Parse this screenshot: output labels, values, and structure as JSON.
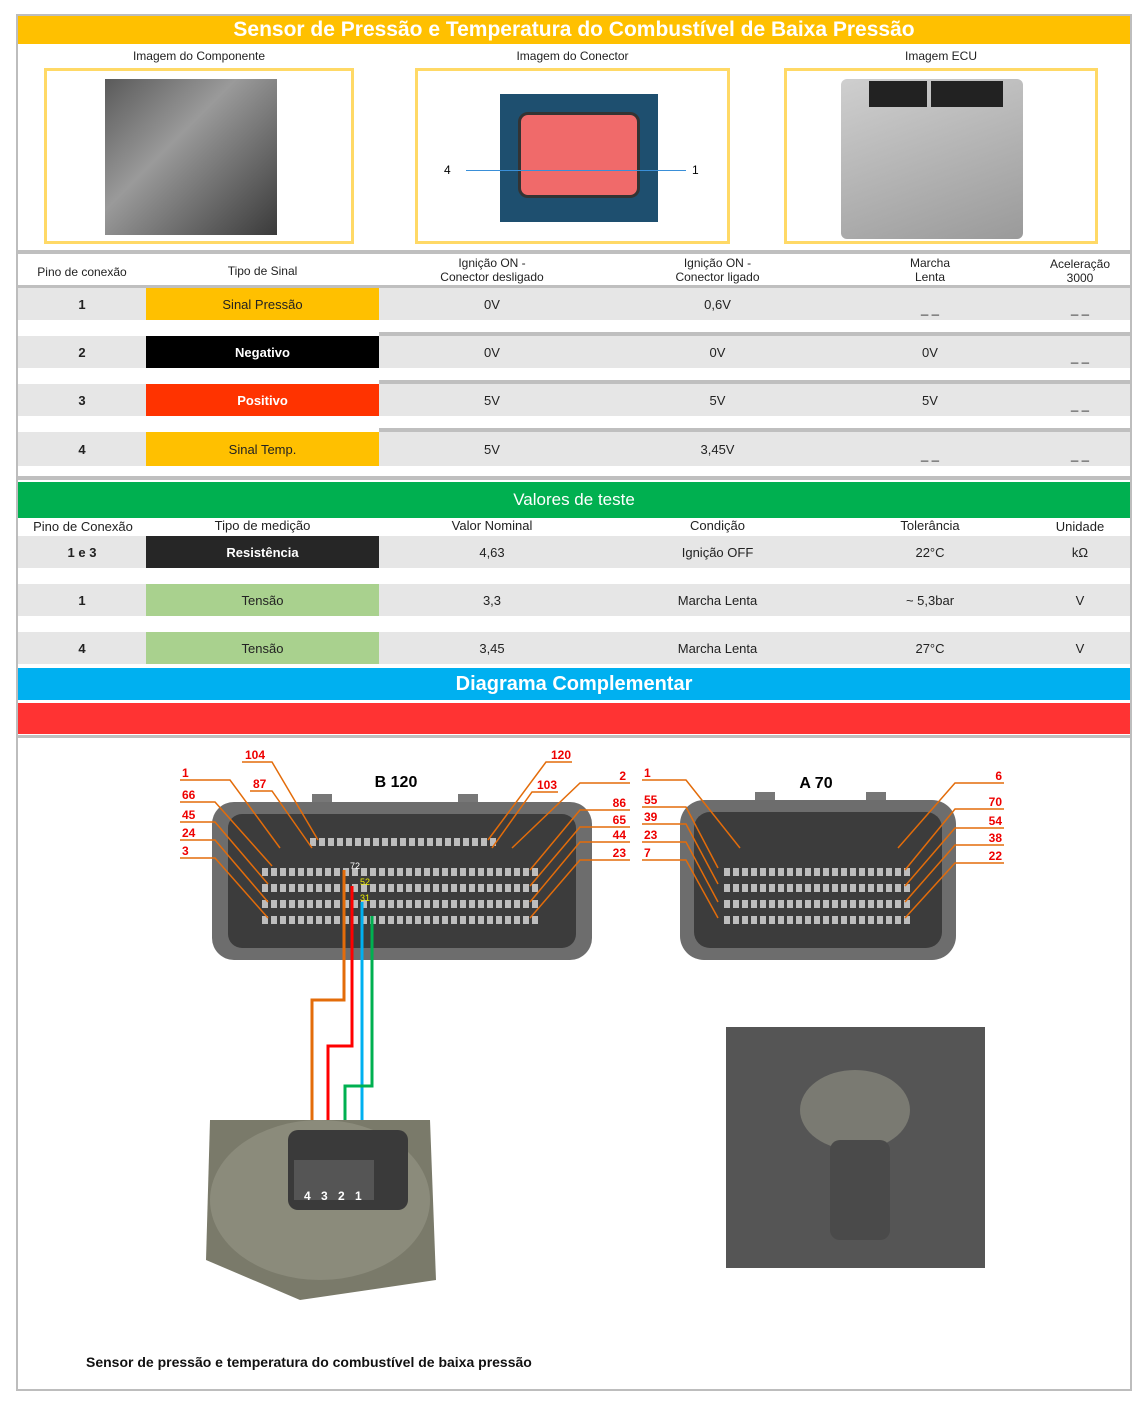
{
  "title": "Sensor de Pressão e Temperatura do Combustível de Baixa Pressão",
  "images": {
    "component": "Imagem do Componente",
    "connector": "Imagem do Conector",
    "ecu": "Imagem ECU",
    "connector_pin_left": "4",
    "connector_pin_right": "1"
  },
  "signal_table": {
    "headers": [
      "Pino de conexão",
      "Tipo de Sinal",
      "Ignição ON -\nConector desligado",
      "Ignição ON -\nConector ligado",
      "Marcha\nLenta",
      "Aceleração\n3000"
    ],
    "rows": [
      {
        "pin": "1",
        "type": "Sinal Pressão",
        "color": "#FFC000",
        "text_color": "#222222",
        "c1": "0V",
        "c2": "0,6V",
        "c3": "_ _",
        "c4": "_ _"
      },
      {
        "pin": "2",
        "type": "Negativo",
        "color": "#000000",
        "text_color": "#ffffff",
        "c1": "0V",
        "c2": "0V",
        "c3": "0V",
        "c4": "_ _"
      },
      {
        "pin": "3",
        "type": "Positivo",
        "color": "#FF3300",
        "text_color": "#ffffff",
        "c1": "5V",
        "c2": "5V",
        "c3": "5V",
        "c4": "_ _"
      },
      {
        "pin": "4",
        "type": "Sinal Temp.",
        "color": "#FFC000",
        "text_color": "#222222",
        "c1": "5V",
        "c2": "3,45V",
        "c3": "_ _",
        "c4": "_ _"
      }
    ]
  },
  "test_section": {
    "title": "Valores de teste",
    "headers": [
      "Pino de Conexão",
      "Tipo de medição",
      "Valor Nominal",
      "Condição",
      "Tolerância",
      "Unidade"
    ],
    "rows": [
      {
        "pin": "1 e 3",
        "type": "Resistência",
        "color": "#262626",
        "text_color": "#ffffff",
        "nominal": "4,63",
        "condition": "Ignição OFF",
        "tolerance": "22°C",
        "unit": "kΩ"
      },
      {
        "pin": "1",
        "type": "Tensão",
        "color": "#A9D18E",
        "text_color": "#222222",
        "nominal": "3,3",
        "condition": "Marcha Lenta",
        "tolerance": "~ 5,3bar",
        "unit": "V"
      },
      {
        "pin": "4",
        "type": "Tensão",
        "color": "#A9D18E",
        "text_color": "#222222",
        "nominal": "3,45",
        "condition": "Marcha Lenta",
        "tolerance": "27°C",
        "unit": "V"
      }
    ]
  },
  "diagram": {
    "title": "Diagrama Complementar",
    "b120": {
      "name": "B 120",
      "left_labels": [
        "1",
        "66",
        "45",
        "24",
        "3"
      ],
      "top_labels": [
        "104",
        "87",
        "120",
        "103"
      ],
      "right_labels": [
        "2",
        "86",
        "65",
        "44",
        "23"
      ],
      "wire_pins": [
        "72",
        "52",
        "31"
      ]
    },
    "a70": {
      "name": "A 70",
      "left_labels": [
        "1",
        "55",
        "39",
        "23",
        "7"
      ],
      "right_labels": [
        "6",
        "70",
        "54",
        "38",
        "22"
      ]
    },
    "sensor_pins": [
      "4",
      "3",
      "2",
      "1"
    ],
    "caption": "Sensor de pressão e temperatura do combustível de baixa pressão"
  },
  "colors": {
    "yellow": "#FFC000",
    "green": "#00B050",
    "blue": "#00B0F0",
    "red": "#FF3333"
  }
}
